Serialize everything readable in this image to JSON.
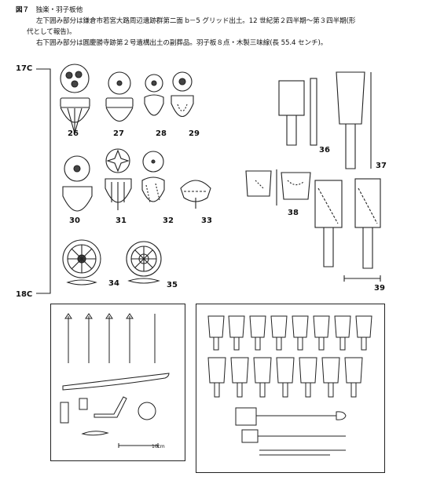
{
  "caption": {
    "figure_label": "図７",
    "title": "独楽・羽子板他",
    "line1": "左下囲み部分は鎌倉市若宮大路周辺遺跡群第二面 b－5 グリッド出土。12 世紀第２四半期～第３四半期(形",
    "line2": "代として報告)。",
    "line3": "右下囲み部分は圓慶勝寺跡第２号遺構出土の副葬品。羽子板８点・木製三味線(長 55.4 センチ)。"
  },
  "markers": {
    "upper": "17C",
    "lower": "18C"
  },
  "item_numbers": [
    "26",
    "27",
    "28",
    "29",
    "30",
    "31",
    "32",
    "33",
    "34",
    "35",
    "36",
    "37",
    "38",
    "39"
  ],
  "scale_text": "10cm"
}
